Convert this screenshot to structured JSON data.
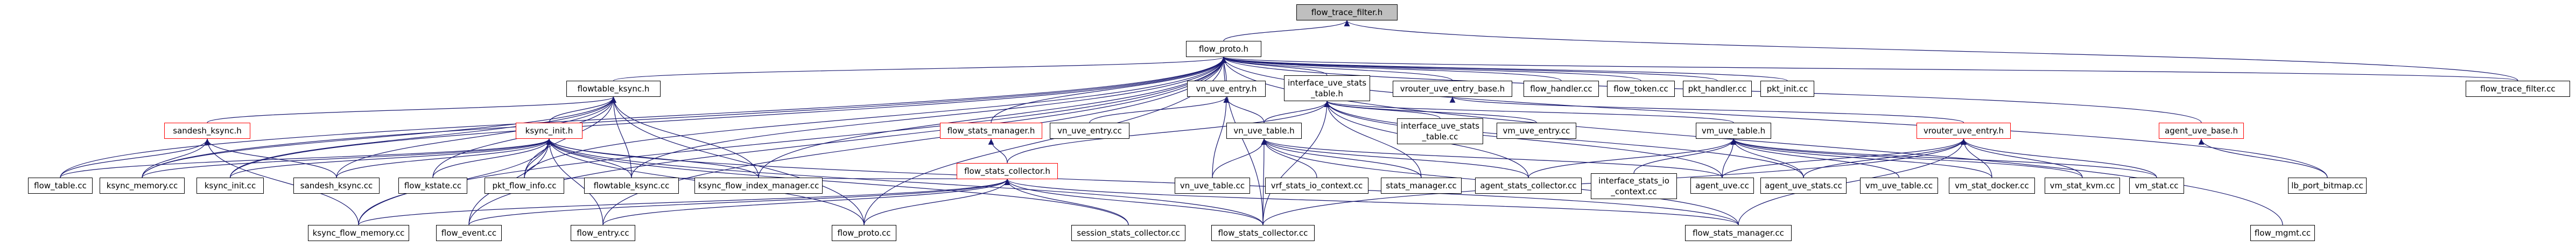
{
  "title": "flow_trace_filter.h",
  "colors": {
    "edge": "#191970",
    "border": "#000000",
    "missing_border": "#ff0000",
    "focus_fill": "#bfbfbf"
  },
  "nodes": {
    "flow_trace_filter_h": "flow_trace_filter.h",
    "flow_proto_h": "flow_proto.h",
    "flow_trace_filter_cc": "flow_trace_filter.cc",
    "flowtable_ksync_h": "flowtable_ksync.h",
    "vn_uve_entry_h": "vn_uve_entry.h",
    "interface_uve_stats_table_h": "interface_uve_stats\n_table.h",
    "vrouter_uve_entry_base_h": "vrouter_uve_entry_base.h",
    "flow_handler_cc": "flow_handler.cc",
    "flow_token_cc": "flow_token.cc",
    "pkt_handler_cc": "pkt_handler.cc",
    "pkt_init_cc": "pkt_init.cc",
    "sandesh_ksync_h": "sandesh_ksync.h",
    "ksync_init_h": "ksync_init.h",
    "flow_stats_manager_h": "flow_stats_manager.h",
    "vn_uve_entry_cc": "vn_uve_entry.cc",
    "vn_uve_table_h": "vn_uve_table.h",
    "interface_uve_stats_table_cc": "interface_uve_stats\n_table.cc",
    "vm_uve_entry_cc": "vm_uve_entry.cc",
    "vm_uve_table_h": "vm_uve_table.h",
    "vrouter_uve_entry_h": "vrouter_uve_entry.h",
    "agent_uve_base_h": "agent_uve_base.h",
    "flow_stats_collector_h": "flow_stats_collector.h",
    "flow_table_cc": "flow_table.cc",
    "ksync_memory_cc": "ksync_memory.cc",
    "ksync_init_cc": "ksync_init.cc",
    "sandesh_ksync_cc": "sandesh_ksync.cc",
    "flow_kstate_cc": "flow_kstate.cc",
    "pkt_flow_info_cc": "pkt_flow_info.cc",
    "flowtable_ksync_cc": "flowtable_ksync.cc",
    "ksync_flow_index_manager_cc": "ksync_flow_index_manager.cc",
    "vn_uve_table_cc": "vn_uve_table.cc",
    "vrf_stats_io_context_cc": "vrf_stats_io_context.cc",
    "stats_manager_cc": "stats_manager.cc",
    "agent_stats_collector_cc": "agent_stats_collector.cc",
    "interface_stats_io_context_cc": "interface_stats_io\n_context.cc",
    "agent_uve_cc": "agent_uve.cc",
    "agent_uve_stats_cc": "agent_uve_stats.cc",
    "vm_uve_table_cc": "vm_uve_table.cc",
    "vm_stat_docker_cc": "vm_stat_docker.cc",
    "vm_stat_kvm_cc": "vm_stat_kvm.cc",
    "vm_stat_cc": "vm_stat.cc",
    "lb_port_bitmap_cc": "lb_port_bitmap.cc",
    "ksync_flow_memory_cc": "ksync_flow_memory.cc",
    "flow_event_cc": "flow_event.cc",
    "flow_entry_cc": "flow_entry.cc",
    "flow_proto_cc": "flow_proto.cc",
    "session_stats_collector_cc": "session_stats_collector.cc",
    "flow_stats_collector_cc": "flow_stats_collector.cc",
    "flow_stats_manager_cc": "flow_stats_manager.cc",
    "flow_mgmt_cc": "flow_mgmt.cc"
  }
}
